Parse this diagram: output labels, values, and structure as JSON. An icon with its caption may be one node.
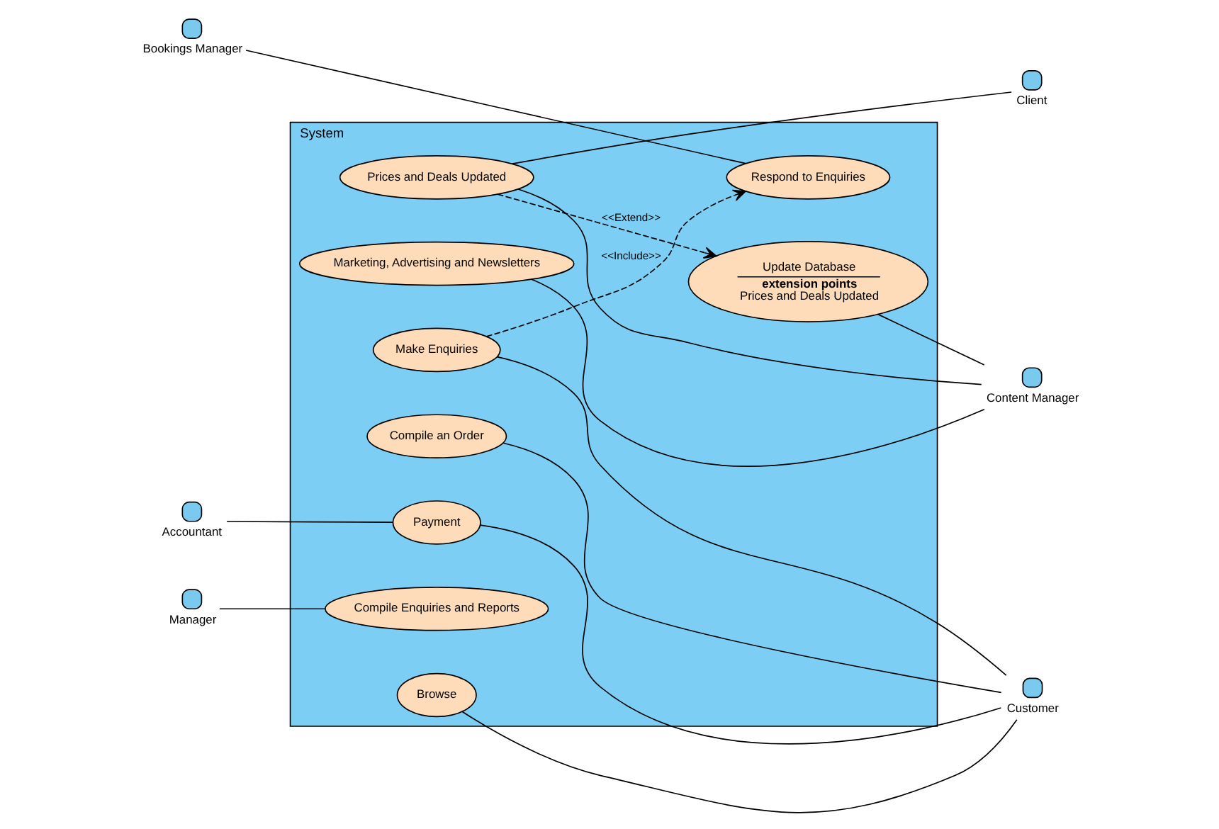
{
  "diagram": {
    "nodes": [
      {
        "text": [
          "System"
        ]
      },
      {
        "text": [
          "Respond to Enquiries"
        ],
        "in": 0
      },
      {
        "text": [
          "Make Enquiries"
        ],
        "in": 0
      },
      {
        "text": [
          "Compile an Order"
        ],
        "in": 0
      },
      {
        "text": [
          "Browse"
        ],
        "in": 0
      },
      {
        "text": [
          "Payment"
        ],
        "in": 0
      },
      {
        "text": [
          "Compile Enquiries and Reports"
        ],
        "in": 0
      },
      {
        "text": [
          "Prices and Deals Updated"
        ],
        "in": 0
      },
      {
        "text": [
          "Update Database",
          "extension points",
          "Prices and Deals Updated"
        ],
        "in": 0
      },
      {
        "text": [
          "Marketing, Advertising and Newsletters"
        ],
        "in": 0
      },
      {
        "text": [],
        "shape": "person",
        "beside": [
          "Bookings Manager"
        ]
      },
      {
        "text": [],
        "shape": "person",
        "beside": [
          "Customer"
        ]
      },
      {
        "text": [],
        "shape": "person",
        "beside": [
          "Accountant"
        ]
      },
      {
        "text": [],
        "shape": "person",
        "beside": [
          "Client"
        ]
      },
      {
        "text": [],
        "shape": "person",
        "beside": [
          "Manager"
        ]
      },
      {
        "text": [],
        "shape": "person",
        "beside": [
          "Content Manager"
        ]
      }
    ],
    "edges": [
      {
        "from": 10,
        "to": 1,
        "arrow": "none"
      },
      {
        "from": 2,
        "to": 1,
        "arrow": "to",
        "label": "<<Include>>",
        "style": "dashed"
      },
      {
        "from": 2,
        "to": 11,
        "arrow": "none"
      },
      {
        "from": 3,
        "to": 11,
        "arrow": "none"
      },
      {
        "from": 4,
        "to": 11,
        "arrow": "none"
      },
      {
        "from": 5,
        "to": 11,
        "arrow": "none"
      },
      {
        "from": 12,
        "to": 5,
        "arrow": "none"
      },
      {
        "from": 7,
        "to": 13,
        "arrow": "none"
      },
      {
        "from": 7,
        "to": 15,
        "arrow": "none"
      },
      {
        "from": 14,
        "to": 6,
        "arrow": "none"
      },
      {
        "from": 7,
        "to": 8,
        "arrow": "to",
        "label": "<<Extend>>",
        "style": "dashed"
      },
      {
        "from": 8,
        "to": 15,
        "arrow": "none"
      },
      {
        "from": 9,
        "to": 15,
        "arrow": "none"
      }
    ]
  }
}
